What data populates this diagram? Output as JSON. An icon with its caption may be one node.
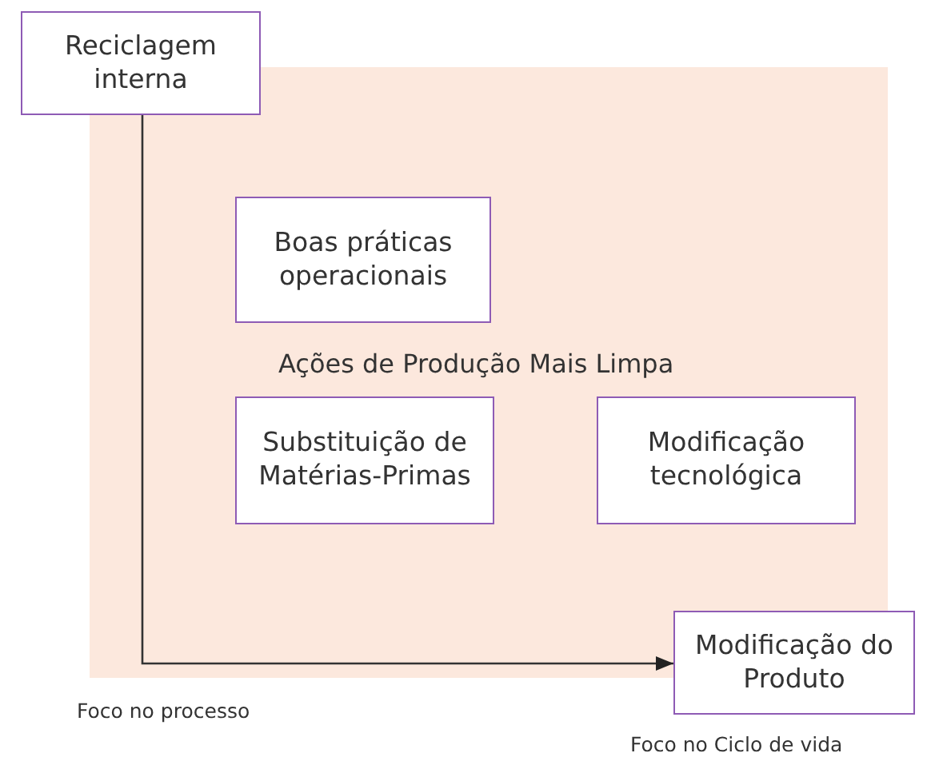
{
  "diagram": {
    "nodes": [
      {
        "text": [
          "Reciclagem interna"
        ]
      },
      {
        "text": [
          "Ações de Produção Mais Limpa"
        ]
      },
      {
        "text": [
          "Boas práticas operacionais"
        ],
        "in": 1
      },
      {
        "text": [
          "Substituição de Matérias-Primas"
        ],
        "in": 1
      },
      {
        "text": [
          "Modificação tecnológica"
        ],
        "in": 1
      },
      {
        "text": [
          "Modificação do Produto"
        ]
      }
    ],
    "edges": [
      {
        "from": 0,
        "to": 5,
        "arrow": "to"
      }
    ],
    "labels": [
      "Foco no processo",
      "Foco no Ciclo de vida"
    ]
  }
}
